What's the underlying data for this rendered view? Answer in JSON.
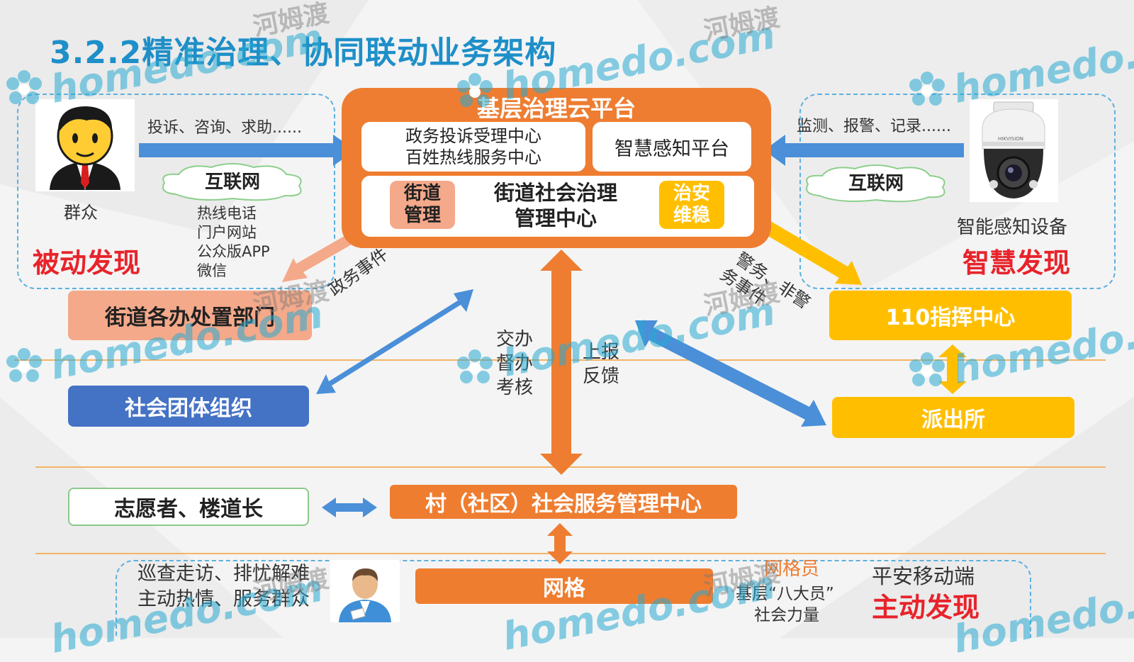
{
  "title": "3.2.2精准治理、协同联动业务架构",
  "left_panel": {
    "actor_label": "群众",
    "channel_text": "投诉、咨询、求助......",
    "cloud_label": "互联网",
    "channels": [
      "热线电话",
      "门户网站",
      "公众版APP",
      "微信"
    ],
    "mode_label": "被动发现"
  },
  "right_panel": {
    "channel_text": "监测、报警、记录......",
    "cloud_label": "互联网",
    "device_label": "智能感知设备",
    "mode_label": "智慧发现",
    "camera_brand": "HIKVISION"
  },
  "cloud_platform": {
    "title": "基层治理云平台",
    "service_center": [
      "政务投诉受理中心",
      "百姓热线服务中心"
    ],
    "sense_platform": "智慧感知平台",
    "street_mgmt": [
      "街道",
      "管理"
    ],
    "center": [
      "街道社会治理",
      "管理中心"
    ],
    "security": [
      "治安",
      "维稳"
    ]
  },
  "nodes": {
    "street_depts": "街道各办处置部门",
    "social_orgs": "社会团体组织",
    "command_110": "110指挥中心",
    "police_station": "派出所",
    "volunteers": "志愿者、楼道长",
    "village_center": "村（社区）社会服务管理中心",
    "grid": "网格"
  },
  "labels": {
    "gov_events": "政务事件",
    "police_events": "警务、非警",
    "police_events2": "务事件",
    "assign": [
      "交办",
      "督办",
      "考核"
    ],
    "report": [
      "上报",
      "反馈"
    ]
  },
  "bottom_panel": {
    "duties": [
      "巡查走访、排忧解难",
      "主动热情、服务群众"
    ],
    "grid_member": "网格员",
    "eight_members": "基层“八大员”",
    "social_force": "社会力量",
    "mobile": "平安移动端",
    "mode_label": "主动发现"
  },
  "watermarks": {
    "site": "homedo.com",
    "site_short": "homedo.co",
    "site_cut": "homedo.c",
    "brand": "河姆渡"
  },
  "colors": {
    "title_blue": "#1e8fc8",
    "orange": "#ee7d31",
    "yellow": "#ffbf00",
    "salmon": "#f4a98a",
    "blue": "#4472c4",
    "arrow_blue": "#4a8fd8",
    "red": "#e8232b"
  }
}
